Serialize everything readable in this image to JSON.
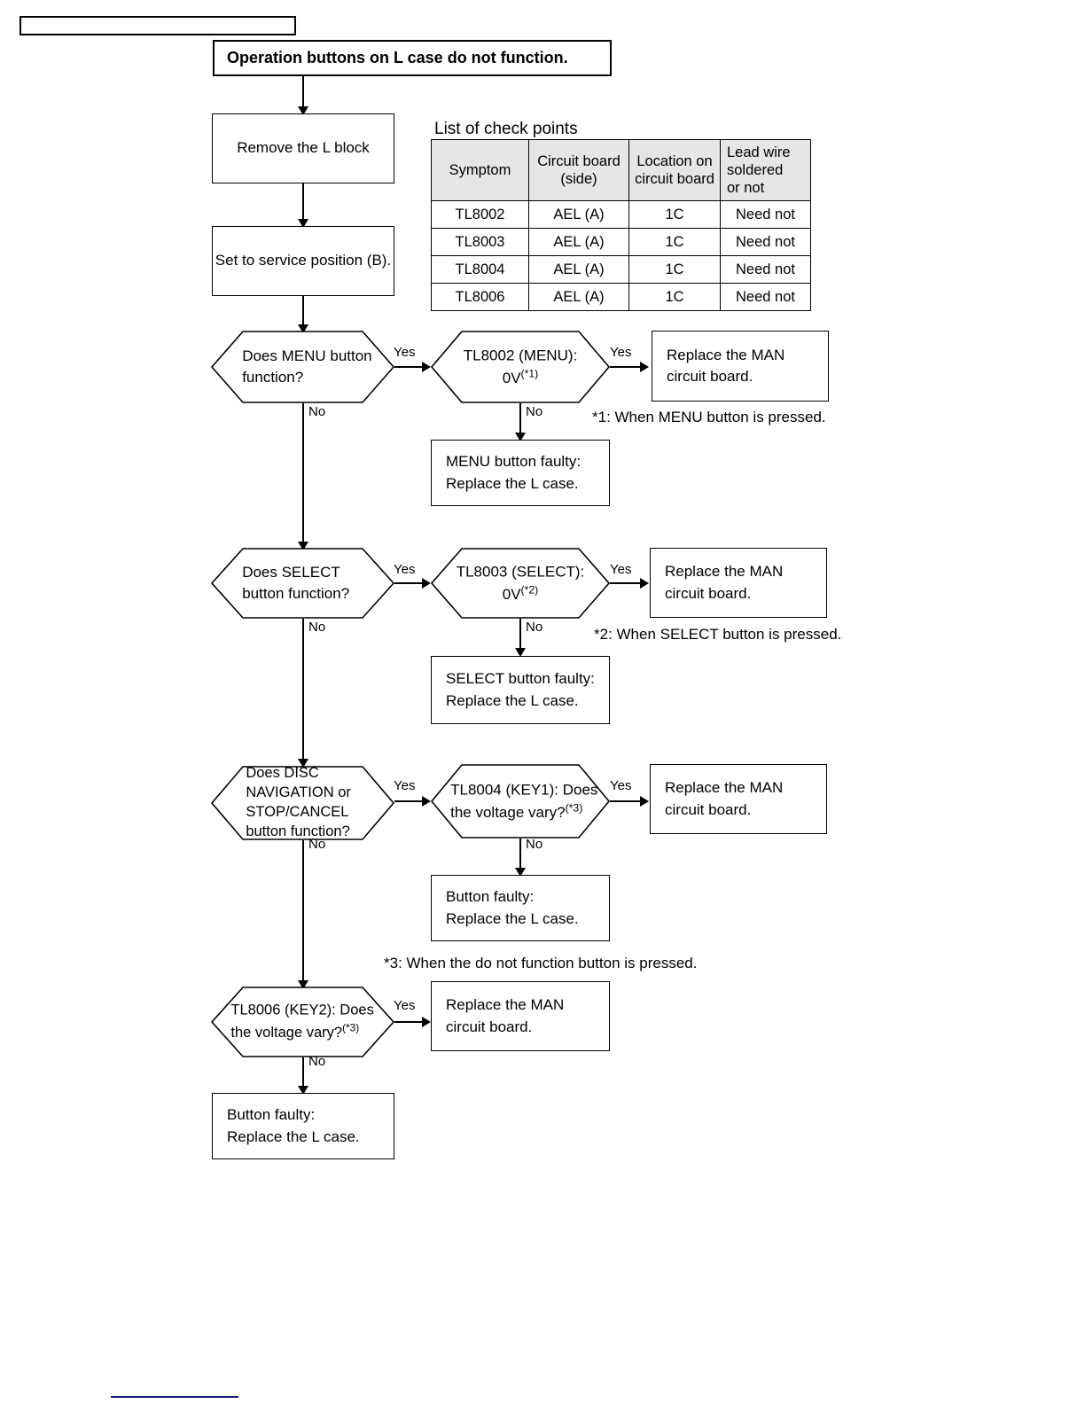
{
  "page": {
    "title_banner": "Operation buttons on L case do not function.",
    "header_stub": ""
  },
  "table": {
    "caption": "List of check points",
    "columns": [
      "Symptom",
      "Circuit board\n(side)",
      "Location on\ncircuit board",
      "Lead wire\nsoldered\nor not"
    ],
    "rows": [
      [
        "TL8002",
        "AEL (A)",
        "1C",
        "Need not"
      ],
      [
        "TL8003",
        "AEL (A)",
        "1C",
        "Need not"
      ],
      [
        "TL8004",
        "AEL (A)",
        "1C",
        "Need not"
      ],
      [
        "TL8006",
        "AEL (A)",
        "1C",
        "Need not"
      ]
    ]
  },
  "flow": {
    "step_remove_l_block": "Remove the L block",
    "step_service_position": "Set to service position (B).",
    "decision_menu": "Does MENU button\nfunction?",
    "decision_tl8002_main": "TL8002 (MENU):\n0V",
    "decision_tl8002_sup": "(*1)",
    "result_menu_replace_man": "Replace the MAN\ncircuit board.",
    "result_menu_faulty": "MENU button faulty:\nReplace the L case.",
    "decision_select": "Does SELECT\nbutton function?",
    "decision_tl8003_main": "TL8003 (SELECT):\n0V",
    "decision_tl8003_sup": "(*2)",
    "result_select_replace_man": "Replace the MAN\ncircuit board.",
    "result_select_faulty": "SELECT button faulty:\nReplace the L case.",
    "decision_disc_nav": "Does DISC\nNAVIGATION or\nSTOP/CANCEL\nbutton function?",
    "decision_tl8004_main": "TL8004 (KEY1): Does\nthe voltage vary?",
    "decision_tl8004_sup": "(*3)",
    "result_key1_replace_man": "Replace the MAN\ncircuit board.",
    "result_key1_faulty": "Button faulty:\nReplace the L case.",
    "decision_tl8006_main": "TL8006 (KEY2): Does\nthe voltage vary?",
    "decision_tl8006_sup": "(*3)",
    "result_key2_replace_man": "Replace the MAN\ncircuit board.",
    "result_key2_faulty": "Button faulty:\nReplace the L case."
  },
  "edges": {
    "yes": "Yes",
    "no": "No"
  },
  "notes": {
    "n1": "*1: When MENU button is pressed.",
    "n2": "*2: When SELECT button is pressed.",
    "n3": "*3: When the do not function button is pressed."
  },
  "colors": {
    "line": "#000000",
    "table_header_fill": "#e6e6e6",
    "footer_rule": "#181878"
  }
}
